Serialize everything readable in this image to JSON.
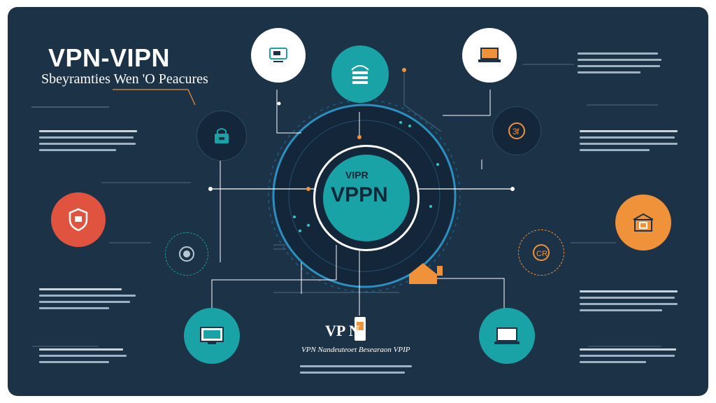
{
  "header": {
    "title": "VPN-VIPN",
    "subtitle": "Sbeyramties Wen 'O Peacures"
  },
  "hub": {
    "small_label": "VIPR",
    "label": "VPPN"
  },
  "caption": {
    "title": "VP N",
    "subtitle": "VPN Nandeuteoet Besearaon VPIP"
  },
  "colors": {
    "background": "#1c3247",
    "teal": "#1aa3a6",
    "orange": "#f0923a",
    "red": "#e0543f",
    "white": "#ffffff",
    "ring": "#2b8fbf"
  },
  "icons": [
    {
      "name": "server-icon"
    },
    {
      "name": "router-icon"
    },
    {
      "name": "laptop-icon"
    },
    {
      "name": "lock-icon"
    },
    {
      "name": "shield-icon"
    },
    {
      "name": "globe-icon"
    },
    {
      "name": "monitor-icon"
    },
    {
      "name": "smartphone-icon"
    }
  ]
}
